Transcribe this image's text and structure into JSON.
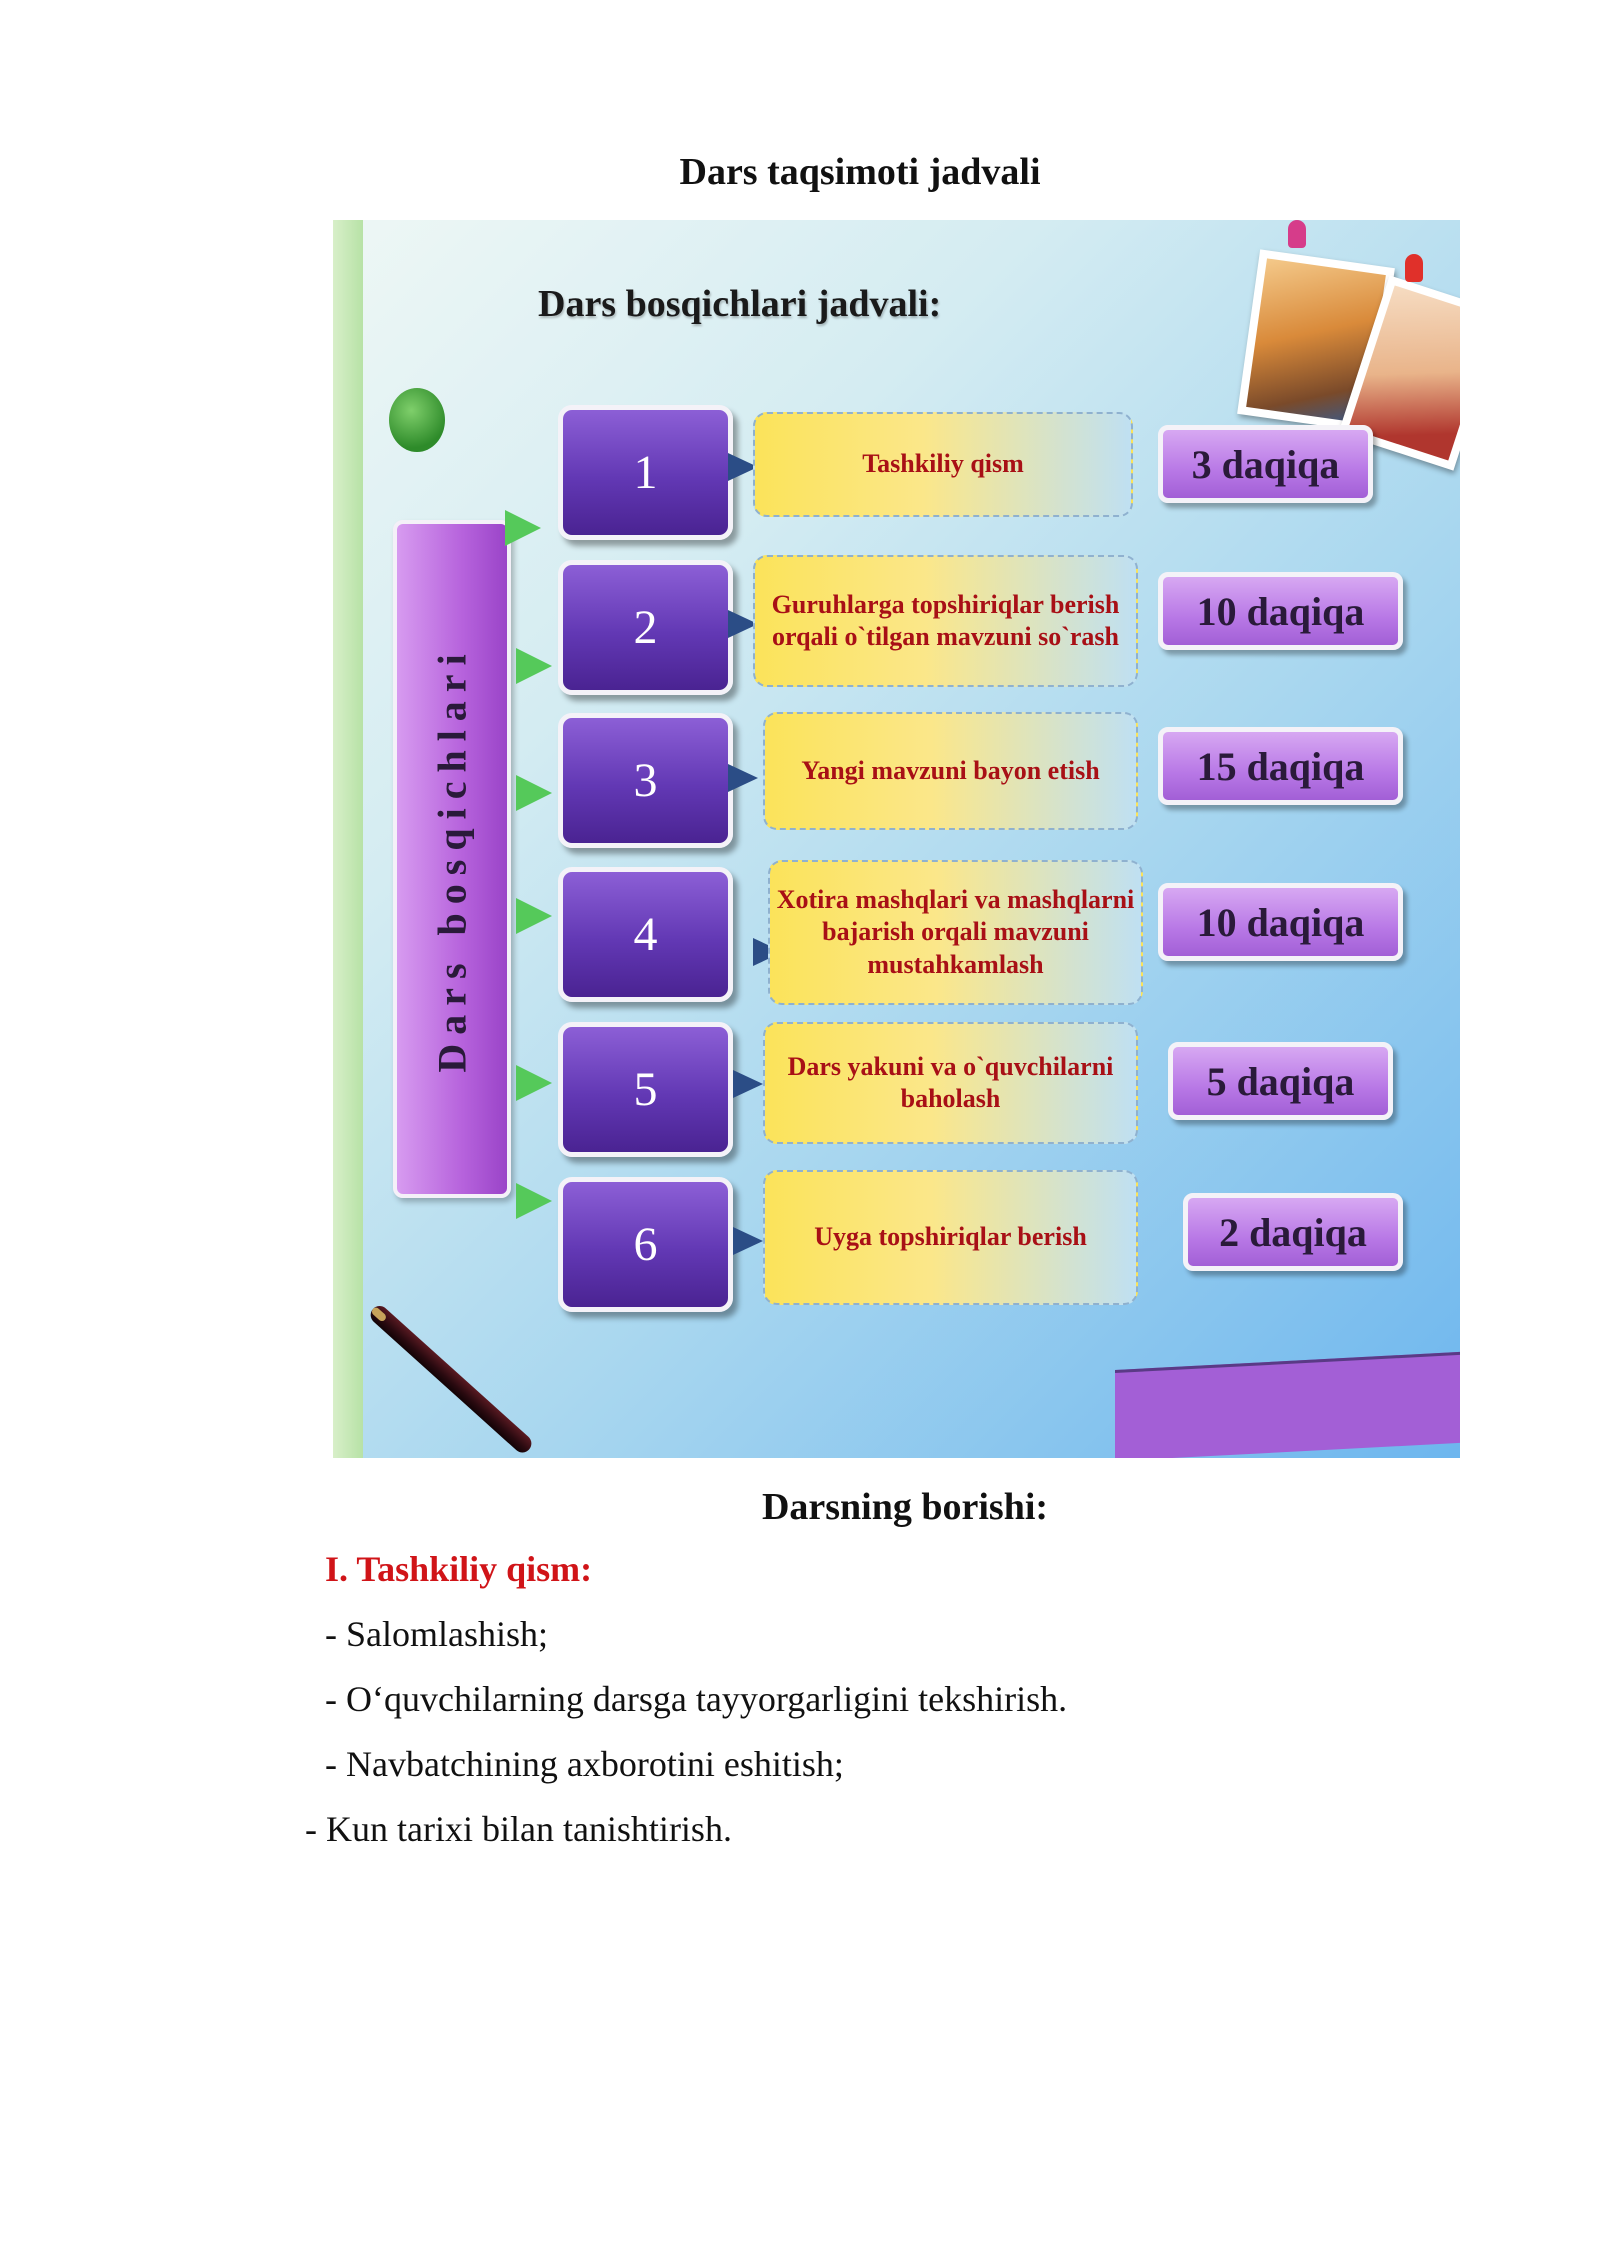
{
  "document": {
    "title": "Dars taqsimoti jadvali",
    "section_title": "Darsning borishi:",
    "subheading": "I. Tashkiliy qism:",
    "bullets": [
      "- Salomlashish;",
      "- O‘quvchilarning darsga tayyorgarligini tekshirish.",
      "- Navbatchining axborotini eshitish;",
      "- Kun tarixi bilan tanishtirish."
    ]
  },
  "figure": {
    "heading": "Dars bosqichlari jadvali:",
    "side_label": "Dars bosqichlari",
    "stages": [
      {
        "number": "1",
        "text": "Tashkiliy qism",
        "time": "3 daqiqa"
      },
      {
        "number": "2",
        "text": "Guruhlarga topshiriqlar berish orqali o`tilgan mavzuni so`rash",
        "time": "10 daqiqa"
      },
      {
        "number": "3",
        "text": "Yangi mavzuni bayon etish",
        "time": "15 daqiqa"
      },
      {
        "number": "4",
        "text": "Xotira mashqlari va mashqlarni bajarish orqali mavzuni mustahkamlash",
        "time": "10 daqiqa"
      },
      {
        "number": "5",
        "text": "Dars yakuni va o`quvchilarni baholash",
        "time": "5 daqiqa"
      },
      {
        "number": "6",
        "text": "Uyga topshiriqlar berish",
        "time": "2 daqiqa"
      }
    ],
    "colors": {
      "number_box": "#6238b4",
      "time_box": "#b878e6",
      "text_box": "#fbe35a",
      "stage_text": "#a81016",
      "arrow": "#55c95a"
    }
  }
}
